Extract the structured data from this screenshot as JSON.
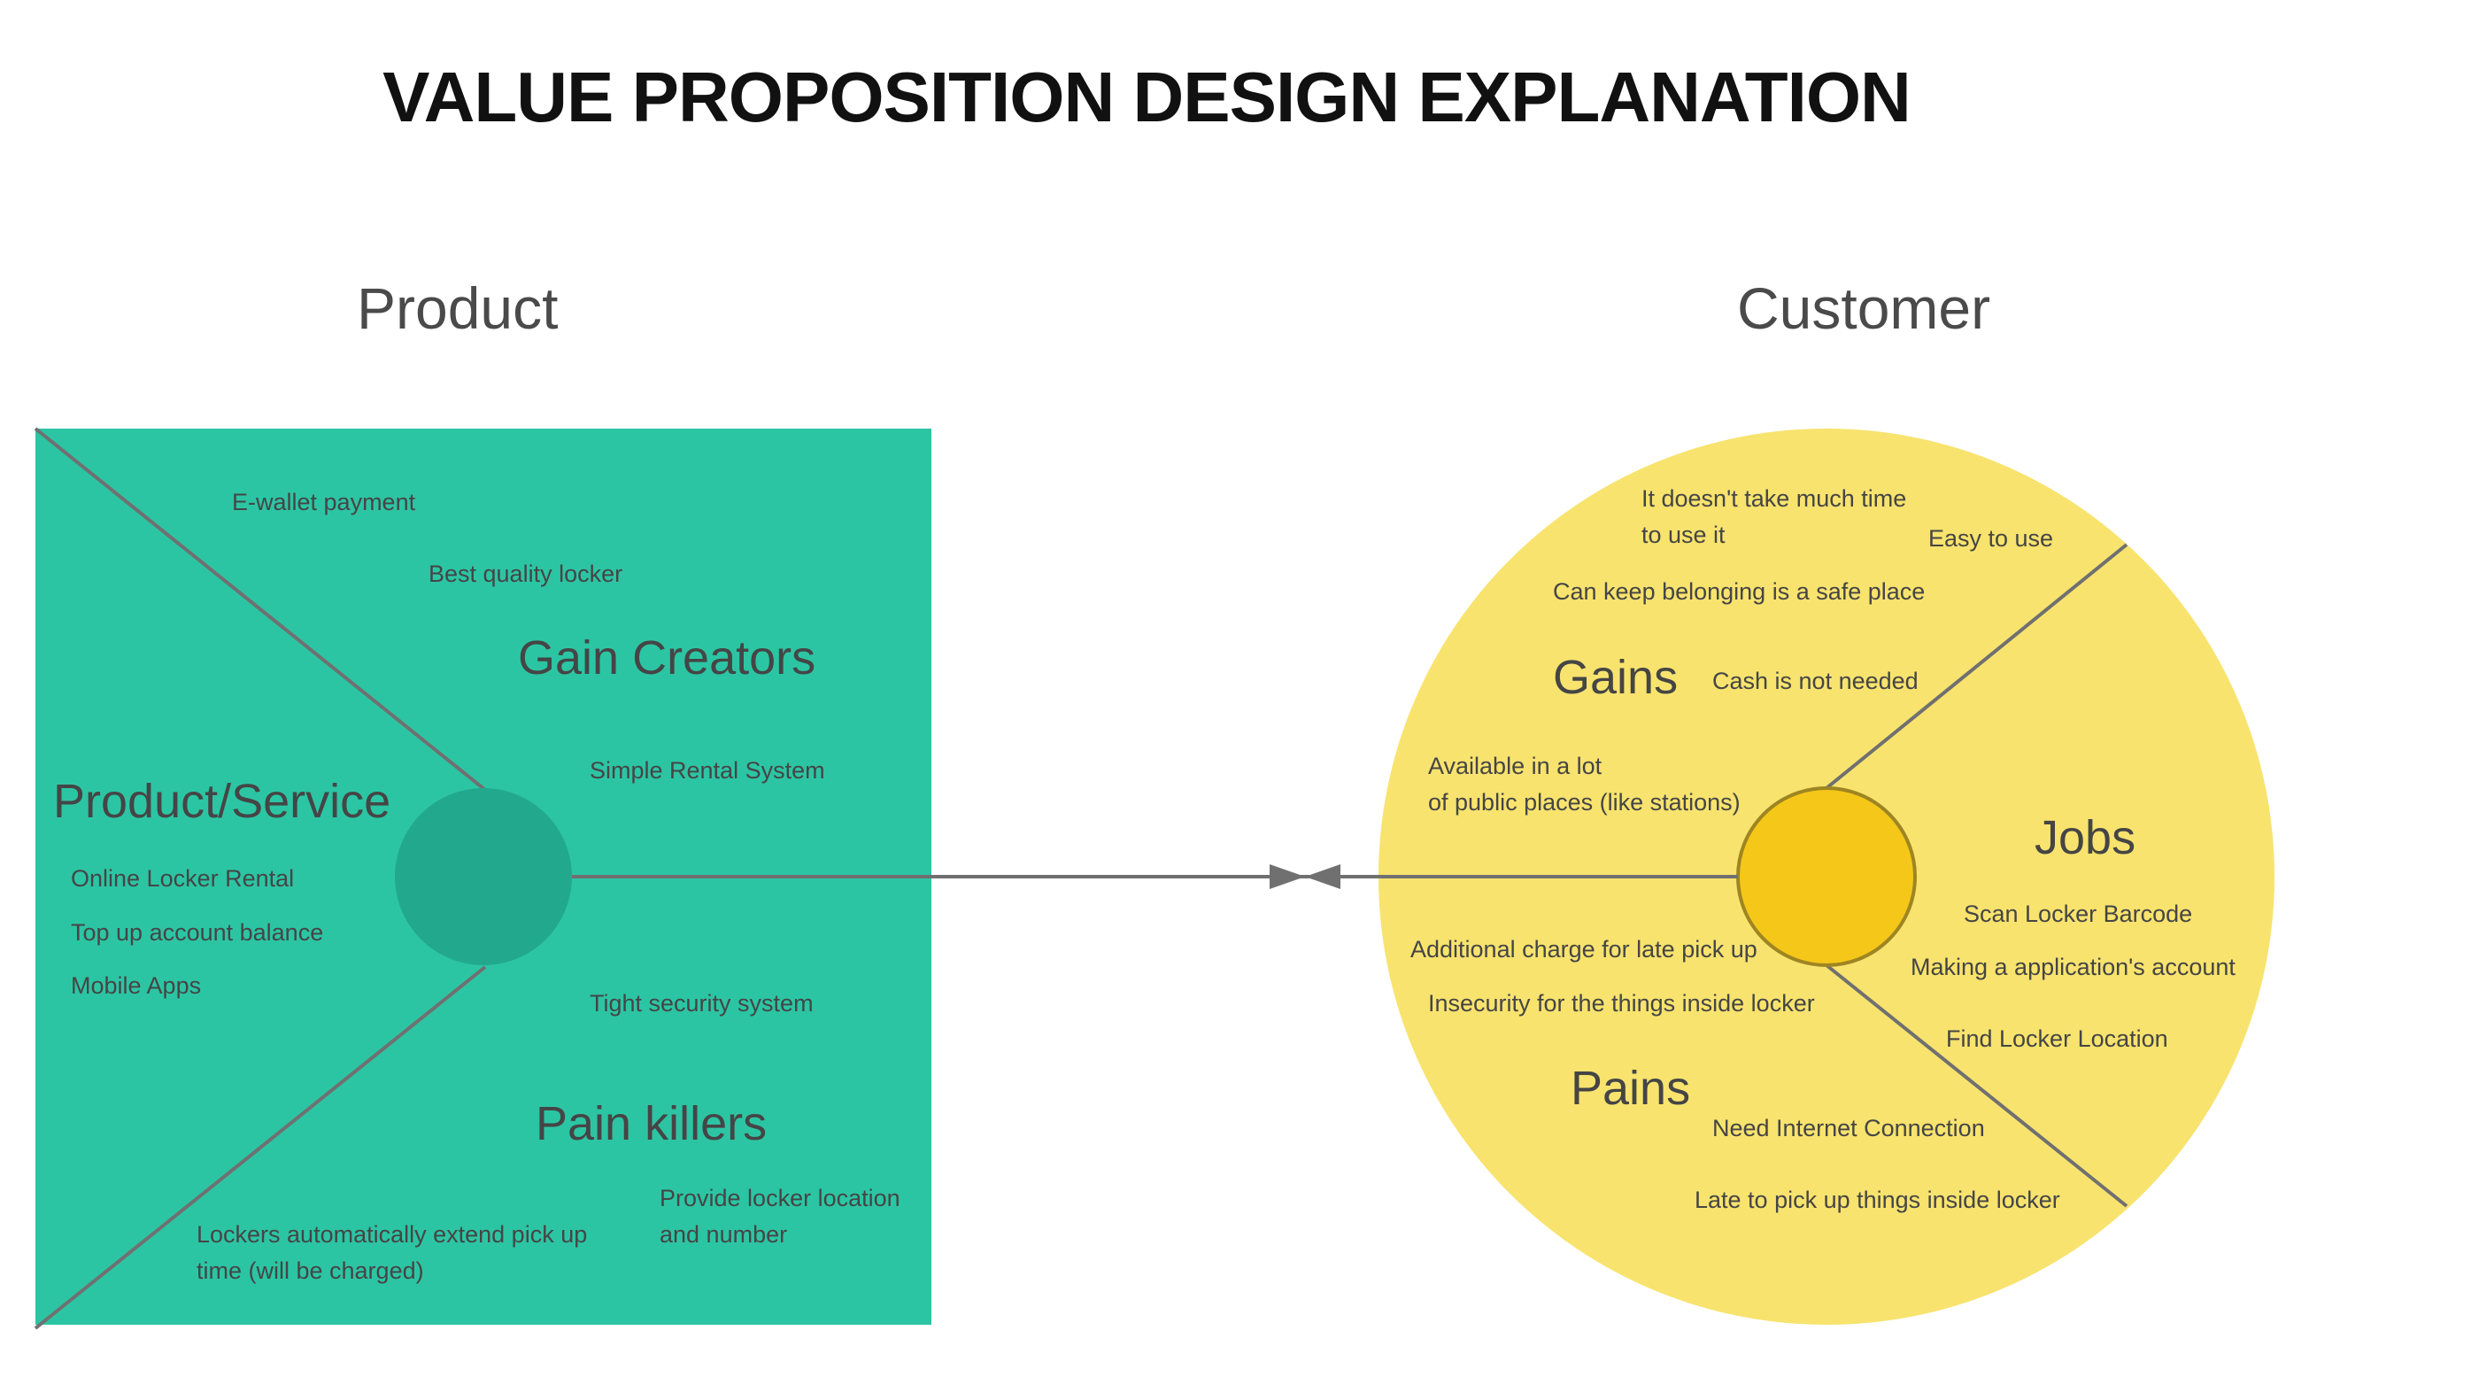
{
  "title": "VALUE PROPOSITION DESIGN EXPLANATION",
  "colors": {
    "product_fill": "#2CC5A4",
    "product_hub": "#22A98D",
    "customer_fill": "#F8E36E",
    "customer_hub": "#F5C719",
    "line": "#707070"
  },
  "product": {
    "heading": "Product",
    "product_service": {
      "label": "Product/Service",
      "items": [
        "Online Locker Rental",
        "Top up account balance",
        "Mobile Apps"
      ]
    },
    "gain_creators": {
      "label": "Gain Creators",
      "items": [
        "E-wallet payment",
        "Best quality locker",
        "Simple Rental System"
      ]
    },
    "pain_killers": {
      "label": "Pain killers",
      "items": [
        "Tight security system",
        "Provide locker location\nand number",
        "Lockers automatically extend pick up\ntime (will be charged)"
      ]
    }
  },
  "customer": {
    "heading": "Customer",
    "gains": {
      "label": "Gains",
      "items": [
        "It doesn't take much time\nto use it",
        "Easy to use",
        "Can keep belonging is a safe place",
        "Cash is not needed",
        "Available in a lot\nof public places (like stations)"
      ]
    },
    "jobs": {
      "label": "Jobs",
      "items": [
        "Scan Locker Barcode",
        "Making a application's account",
        "Find Locker Location"
      ]
    },
    "pains": {
      "label": "Pains",
      "items": [
        "Additional charge for late pick up",
        "Insecurity for the things inside locker",
        "Need Internet Connection",
        "Late to pick up things inside locker"
      ]
    }
  }
}
